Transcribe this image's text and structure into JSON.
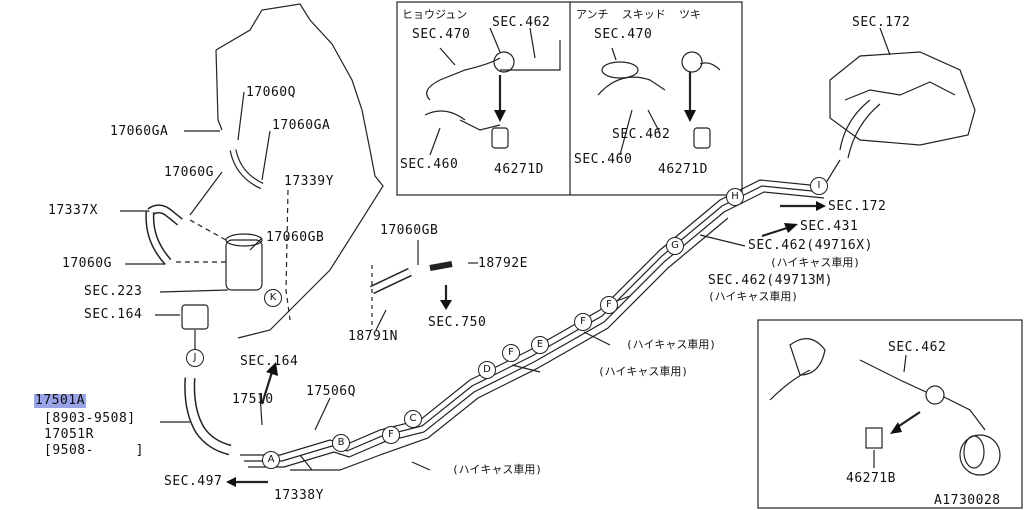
{
  "labels": {
    "p_17060q": "17060Q",
    "p_17060ga_l": "17060GA",
    "p_17060ga_r": "17060GA",
    "p_17060g_1": "17060G",
    "p_17337x": "17337X",
    "p_17339y": "17339Y",
    "p_17060gb_l": "17060GB",
    "p_17060g_2": "17060G",
    "p_sec223": "SEC.223",
    "p_sec164_a": "SEC.164",
    "p_sec164_b": "SEC.164",
    "p_17510": "17510",
    "p_17506q": "17506Q",
    "p_17501a": "17501A",
    "p_range1": "[8903-9508]",
    "p_17051r": "17051R",
    "p_range2": "[9508-     ]",
    "p_sec497": "SEC.497",
    "p_17338y": "17338Y",
    "p_17060gb_m": "17060GB",
    "p_18792e": "18792E",
    "p_sec750": "SEC.750",
    "p_18791n": "18791N",
    "ins1_title": "ヒョウジュン",
    "ins1_sec462": "SEC.462",
    "ins1_sec470": "SEC.470",
    "ins1_sec460": "SEC.460",
    "ins1_46271d": "46271D",
    "ins2_title": "アンチ  スキッド  ツキ",
    "ins2_sec470": "SEC.470",
    "ins2_sec462": "SEC.462",
    "ins2_sec460": "SEC.460",
    "ins2_46271d": "46271D",
    "p_sec172_top": "SEC.172",
    "p_sec172": "SEC.172",
    "p_sec431": "SEC.431",
    "p_sec462_49716x": "SEC.462(49716X)",
    "p_note1": "(ハイキャス車用)",
    "p_sec462_49713m": "SEC.462(49713M)",
    "p_note2": "(ハイキャス車用)",
    "p_note3": "(ハイキャス車用)",
    "p_note4": "(ハイキャス車用)",
    "p_note5": "(ハイキャス車用)",
    "ins3_sec462": "SEC.462",
    "ins3_46271b": "46271B",
    "fig_id": "A1730028"
  },
  "nodes": [
    "A",
    "B",
    "C",
    "D",
    "E",
    "F",
    "F",
    "F",
    "F",
    "G",
    "H",
    "I",
    "J",
    "K"
  ]
}
